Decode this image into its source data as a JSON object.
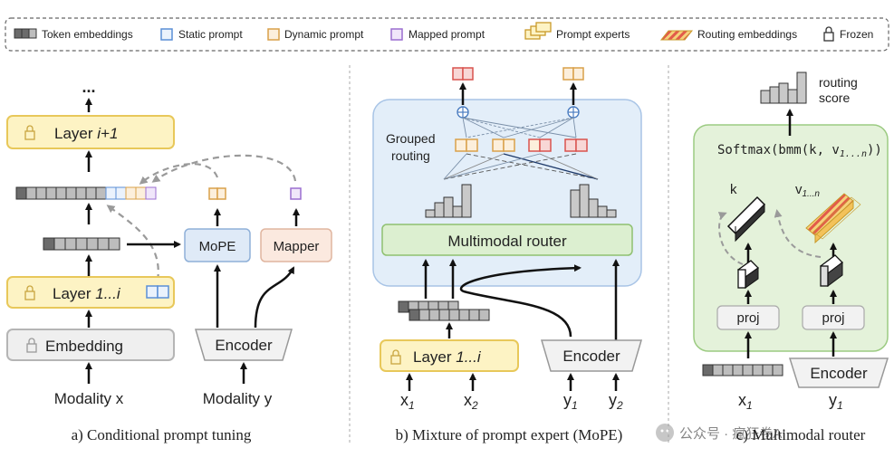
{
  "legend": {
    "token_embeddings": "Token embeddings",
    "static_prompt": "Static prompt",
    "dynamic_prompt": "Dynamic prompt",
    "mapped_prompt": "Mapped prompt",
    "prompt_experts": "Prompt experts",
    "routing_embeddings": "Routing embeddings",
    "frozen": "Frozen"
  },
  "panel_a": {
    "dots": "...",
    "layer_top_prefix": "Layer ",
    "layer_top_index": "i+1",
    "layer_bottom_prefix": "Layer ",
    "layer_bottom_index": "1...i",
    "embedding": "Embedding",
    "mope": "MoPE",
    "mapper": "Mapper",
    "encoder": "Encoder",
    "modality_x": "Modality x",
    "modality_y": "Modality y",
    "caption": "a) Conditional prompt tuning"
  },
  "panel_b": {
    "grouped_routing_1": "Grouped",
    "grouped_routing_2": "routing",
    "router": "Multimodal router",
    "layer_prefix": "Layer ",
    "layer_index": "1...i",
    "encoder": "Encoder",
    "x1": "x",
    "x1_sub": "1",
    "x2": "x",
    "x2_sub": "2",
    "y1": "y",
    "y1_sub": "1",
    "y2": "y",
    "y2_sub": "2",
    "caption": "b) Mixture of prompt expert (MoPE)"
  },
  "panel_c": {
    "routing_score_1": "routing",
    "routing_score_2": "score",
    "softmax_prefix": "Softmax(bmm(k, v",
    "softmax_sub": "1...n",
    "softmax_suffix": "))",
    "k": "k",
    "v": "v",
    "v_sub": "1...n",
    "proj_left": "proj",
    "proj_right": "proj",
    "encoder": "Encoder",
    "x1": "x",
    "x1_sub": "1",
    "y1": "y",
    "y1_sub": "1",
    "caption": "c) Multimodal router"
  },
  "watermark": "公众号 · 瘋狂卷AI",
  "colors": {
    "token": "#6b6b6b",
    "static": "#5b8fd6",
    "dynamic": "#d9a04a",
    "mapped": "#9b6fd0",
    "expert_red": "#d9534f",
    "layer_fill": "#fdf3c4",
    "layer_border": "#e8c85a",
    "mope_fill": "#dfeaf7",
    "mapper_fill": "#fbe9df",
    "router_fill": "#dcefd0",
    "router_border": "#8fc070",
    "panel_b_bg": "#e3eef9",
    "panel_c_bg": "#e4f2da"
  }
}
